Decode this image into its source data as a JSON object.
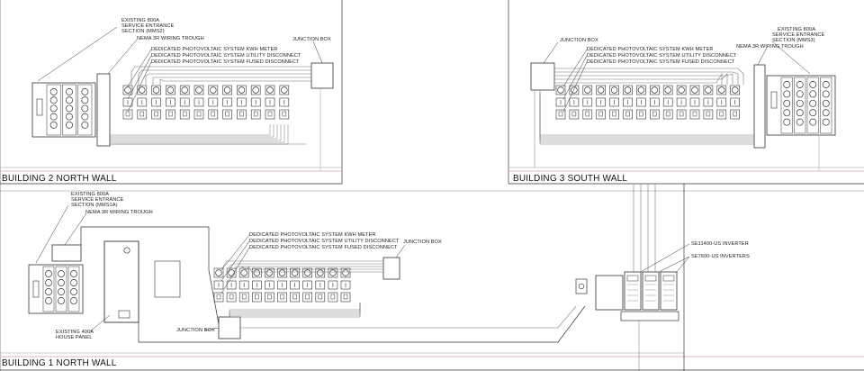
{
  "colors": {
    "line": "#333333",
    "light_line": "#777777",
    "sheet_border": "#d9a0a0",
    "background": "#ffffff"
  },
  "building2": {
    "title": "BUILDING 2 NORTH WALL",
    "service": [
      "EXISTING 800A",
      "SERVICE ENTRANCE",
      "SECTION (MMS2)"
    ],
    "trough": "NEMA 3R WIRING TROUGH",
    "meter": "DEDICATED PHOTOVOLTAIC SYSTEM  KWH METER",
    "utility": "DEDICATED PHOTOVOLTAIC SYSTEM  UTILITY DISCONNECT",
    "fused": "DEDICATED PHOTOVOLTAIC SYSTEM  FUSED DISCONNECT",
    "junction": "JUNCTION BOX"
  },
  "building3": {
    "title": "BUILDING 3 SOUTH WALL",
    "junction": "JUNCTION BOX",
    "meter": "DEDICATED PHOTOVOLTAIC SYSTEM  KWH METER",
    "utility": "DEDICATED PHOTOVOLTAIC SYSTEM  UTILITY DISCONNECT",
    "fused": "DEDICATED PHOTOVOLTAIC SYSTEM  FUSED DISCONNECT",
    "service": [
      "EXISTING 800A",
      "SERVICE ENTRANCE",
      "SECTION (MMS3)"
    ],
    "trough": "NEMA 3R WIRING TROUGH"
  },
  "building1": {
    "title": "BUILDING 1 NORTH WALL",
    "service": [
      "EXISTING 800A",
      "SERVICE ENTRANCE",
      "SECTION (MMS1A)"
    ],
    "trough": "NEMA 3R WIRING TROUGH",
    "meter": "DEDICATED PHOTOVOLTAIC SYSTEM  KWH METER",
    "utility": "DEDICATED PHOTOVOLTAIC SYSTEM  UTILITY DISCONNECT",
    "fused": "DEDICATED PHOTOVOLTAIC SYSTEM  FUSED DISCONNECT",
    "junction_right": "JUNCTION BOX",
    "junction_bottom": "JUNCTION BOX",
    "house_panel": [
      "EXISTING 400A",
      "HOUSE PANEL"
    ],
    "inverter_single": "SE11400-US INVERTER",
    "inverter_multi": "SE7600-US INVERTERS"
  }
}
